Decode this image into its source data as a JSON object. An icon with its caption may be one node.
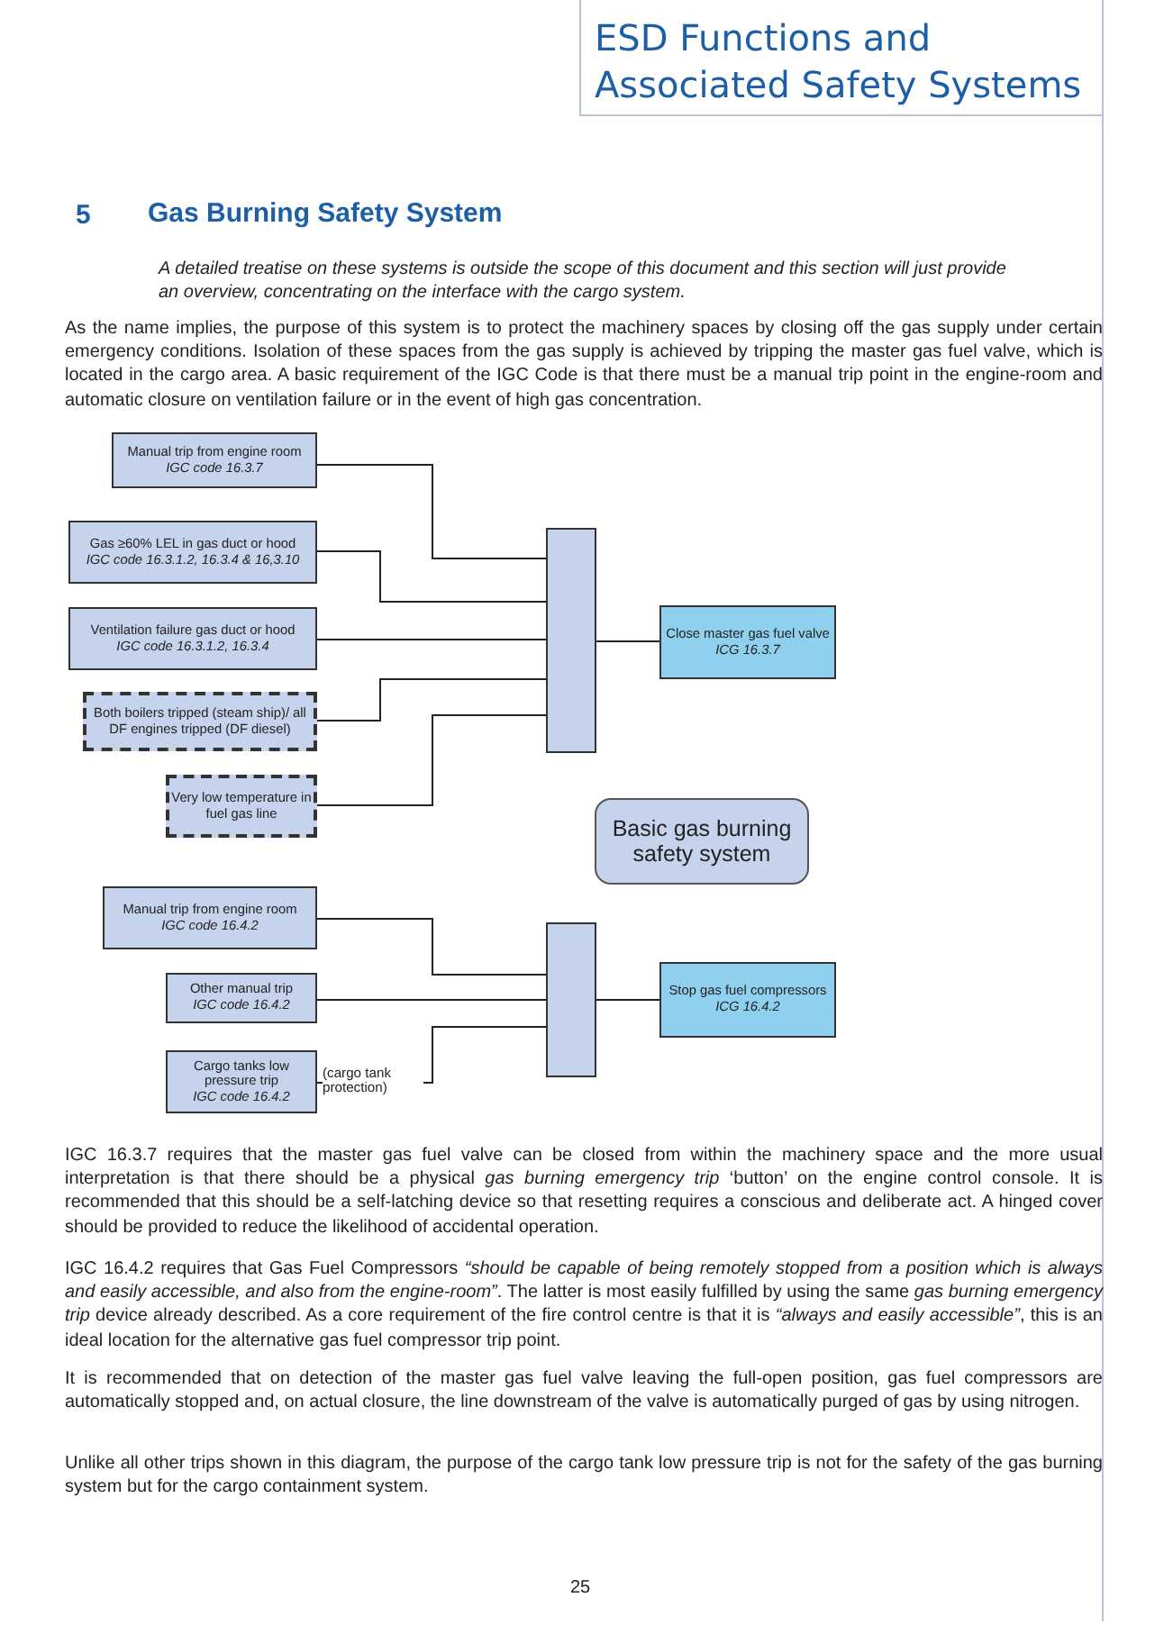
{
  "diagram": {
    "title": "Gas Burning Safety System",
    "nodes": [
      {
        "text": [
          "Manual trip from engine room",
          "IGC code 16.3.7"
        ]
      },
      {
        "text": [
          "Gas ≥60% LEL in gas duct or hood",
          "IGC code 16.3.1.2, 16.3.4 & 16,3.10"
        ]
      },
      {
        "text": [
          "Ventilation failure gas duct or hood",
          "IGC code 16.3.1.2, 16.3.4"
        ]
      },
      {
        "text": [
          "Both boilers tripped (steam ship)/ all DF engines tripped (DF diesel)"
        ]
      },
      {
        "text": [
          "Very low temperature in fuel gas line"
        ]
      },
      {
        "text": [],
        "shape": "bar"
      },
      {
        "text": [
          "Close master gas fuel valve",
          "ICG 16.3.7"
        ]
      },
      {
        "text": [
          "Basic gas burning safety system"
        ]
      },
      {
        "text": [
          "Manual trip from engine room",
          "IGC code 16.4.2"
        ]
      },
      {
        "text": [
          "Other manual trip",
          "IGC code 16.4.2"
        ]
      },
      {
        "text": [
          "Cargo tanks low pressure trip",
          "IGC code 16.4.2"
        ]
      },
      {
        "text": [],
        "shape": "bar"
      },
      {
        "text": [
          "Stop gas fuel compressors",
          "ICG 16.4.2"
        ]
      }
    ],
    "edges": [
      {
        "from": 0,
        "to": 5,
        "arrow": "none"
      },
      {
        "from": 1,
        "to": 5,
        "arrow": "none"
      },
      {
        "from": 2,
        "to": 5,
        "arrow": "none"
      },
      {
        "from": 3,
        "to": 5,
        "arrow": "none"
      },
      {
        "from": 4,
        "to": 5,
        "arrow": "none"
      },
      {
        "from": 5,
        "to": 6,
        "arrow": "none"
      },
      {
        "from": 8,
        "to": 11,
        "arrow": "none"
      },
      {
        "from": 9,
        "to": 11,
        "arrow": "none"
      },
      {
        "from": 10,
        "to": 11,
        "arrow": "none",
        "label": "(cargo tank protection)"
      },
      {
        "from": 11,
        "to": 12,
        "arrow": "none"
      }
    ],
    "labels": [
      "ESD Functions and Associated Safety Systems",
      "5",
      "A detailed treatise on these systems is outside the scope of this document and this section will just provide an overview, concentrating on the interface with the cargo system.",
      "As the name implies, the purpose of this system is to protect the machinery spaces by closing off the gas supply under certain emergency conditions. Isolation of these spaces from the gas supply is achieved by tripping the master gas fuel valve, which is located in the cargo area. A basic requirement of the IGC Code is that there must be a manual trip point in the engine-room and automatic closure on ventilation failure or in the event of high gas concentration.",
      "IGC 16.3.7 requires that the master gas fuel valve can be closed from within the machinery space and the more usual interpretation is that there should be a physical *gas burning emergency trip* ‘button’ on the engine control console. It is recommended that this should be a self-latching device so that resetting requires a conscious and deliberate act. A hinged cover should be provided to reduce the likelihood of accidental operation.",
      "IGC 16.4.2 requires that Gas Fuel Compressors *“should be capable of being remotely stopped from a position which is always and easily accessible, and also from the engine-room”*. The latter is most easily fulfilled by using the same *gas burning emergency trip* device already described. As a core requirement of the fire control centre is that it is *“always and easily accessible”*, this is an ideal location for the alternative gas fuel compressor trip point.",
      "It is recommended that on detection of the master gas fuel valve leaving the full-open position, gas fuel compressors are automatically stopped and, on actual closure, the line downstream of the valve is automatically purged of gas by using nitrogen.",
      "Unlike all other trips shown in this diagram, the purpose of the cargo tank low pressure trip is not for the safety of the gas burning system but for the cargo containment system.",
      "25"
    ]
  }
}
